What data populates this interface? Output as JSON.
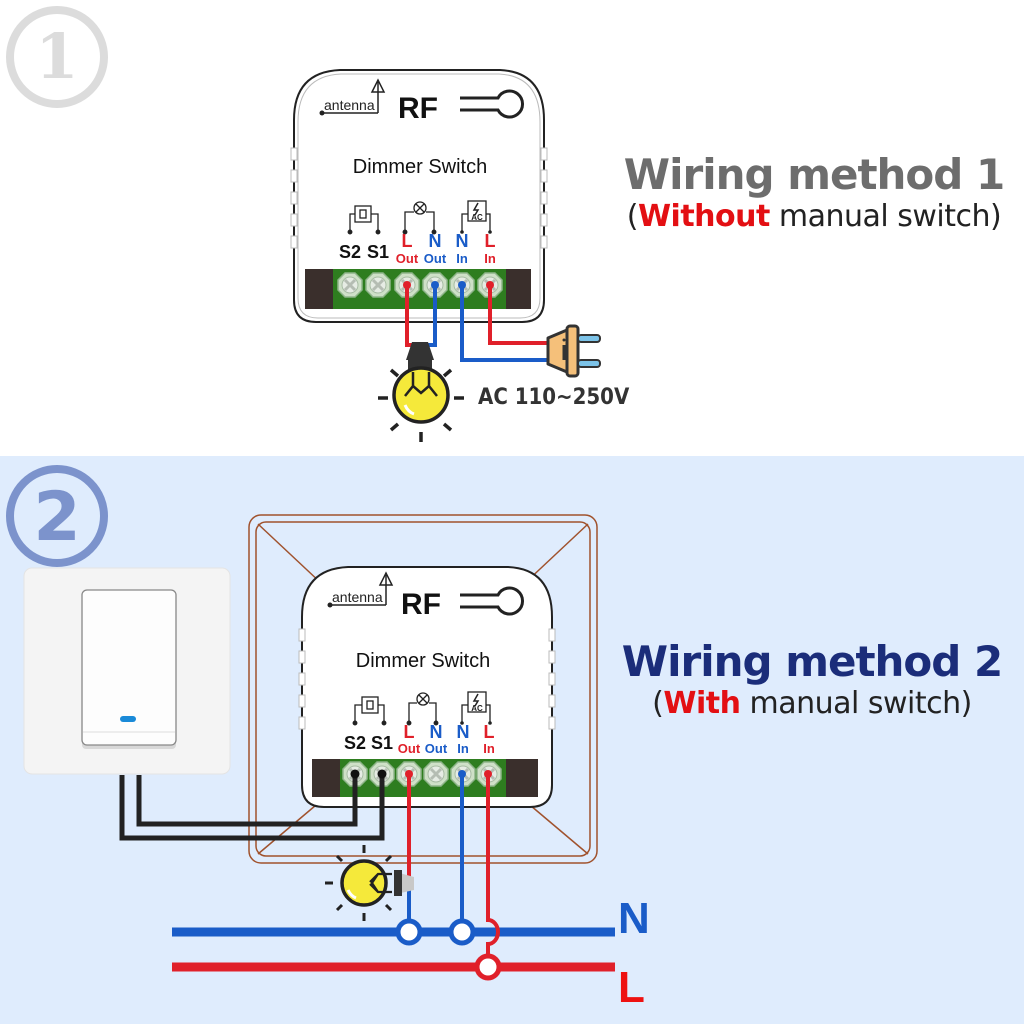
{
  "sections": [
    {
      "number": "1",
      "title": "Wiring method 1",
      "subtitle_open": "(",
      "subtitle_highlight": "Without",
      "subtitle_rest": " manual switch)",
      "voltage_label": "AC 110~250V"
    },
    {
      "number": "2",
      "title": "Wiring method 2",
      "subtitle_open": "(",
      "subtitle_highlight": "With",
      "subtitle_rest": " manual switch)",
      "bus_labels": {
        "neutral": "N",
        "live": "L"
      }
    }
  ],
  "module": {
    "antenna_label": "antenna",
    "rf_label": "RF",
    "name": "Dimmer Switch",
    "terminals": [
      {
        "top": "S2",
        "bottom": "",
        "color": "#111111"
      },
      {
        "top": "S1",
        "bottom": "",
        "color": "#111111"
      },
      {
        "top": "L",
        "bottom": "Out",
        "color": "#e0202a"
      },
      {
        "top": "N",
        "bottom": "Out",
        "color": "#1a5cc8"
      },
      {
        "top": "N",
        "bottom": "In",
        "color": "#1a5cc8"
      },
      {
        "top": "L",
        "bottom": "In",
        "color": "#e0202a"
      }
    ],
    "ac_symbol_label": "AC"
  },
  "colors": {
    "live": "#e0202a",
    "neutral": "#1a5cc8",
    "switch_wire": "#222222",
    "terminal_block": "#2e7d1f",
    "box_outline": "#a0522d",
    "section2_bg": "#dfecfd",
    "number1": "#dcdcdc",
    "number2": "#7c93cc"
  }
}
